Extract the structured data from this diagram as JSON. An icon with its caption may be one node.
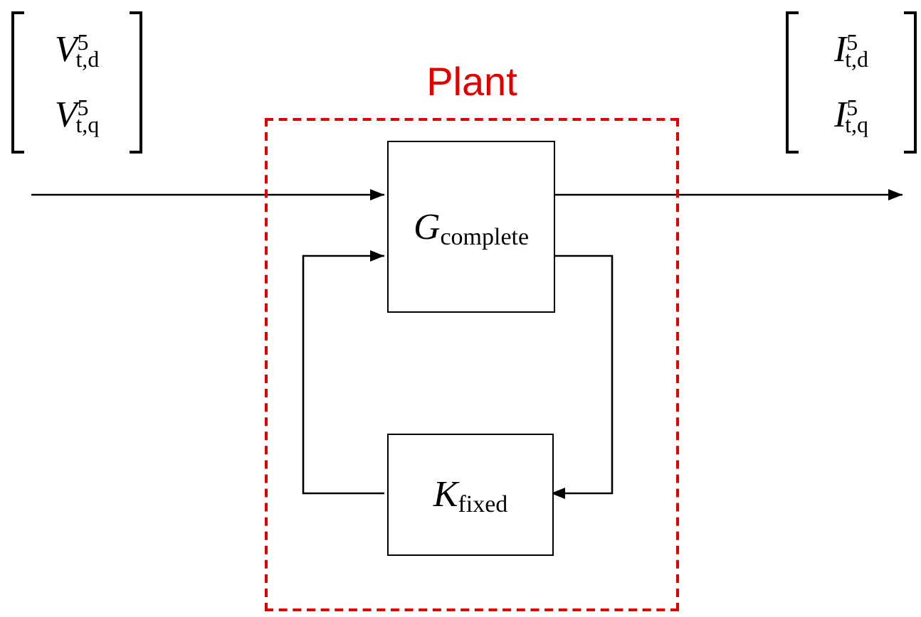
{
  "diagram": {
    "nodes": [
      {
        "text": [
          "Plant"
        ]
      },
      {
        "text": [
          "*G*$_{complete}$"
        ],
        "in": 0
      },
      {
        "text": [
          "*K*$_{fixed}$"
        ],
        "in": 0
      }
    ],
    "edges": [
      {
        "from": null,
        "to": 1,
        "arrow": "to"
      },
      {
        "from": 1,
        "to": null,
        "arrow": "to"
      },
      {
        "from": 1,
        "to": 2,
        "arrow": "to"
      },
      {
        "from": 2,
        "to": 1,
        "arrow": "to"
      }
    ],
    "labels": [
      "*V*$^{5}$$_{t,d}$",
      "*V*$^{5}$$_{t,q}$",
      "*I*$^{5}$$_{t,d}$",
      "*I*$^{5}$$_{t,q}$"
    ]
  }
}
